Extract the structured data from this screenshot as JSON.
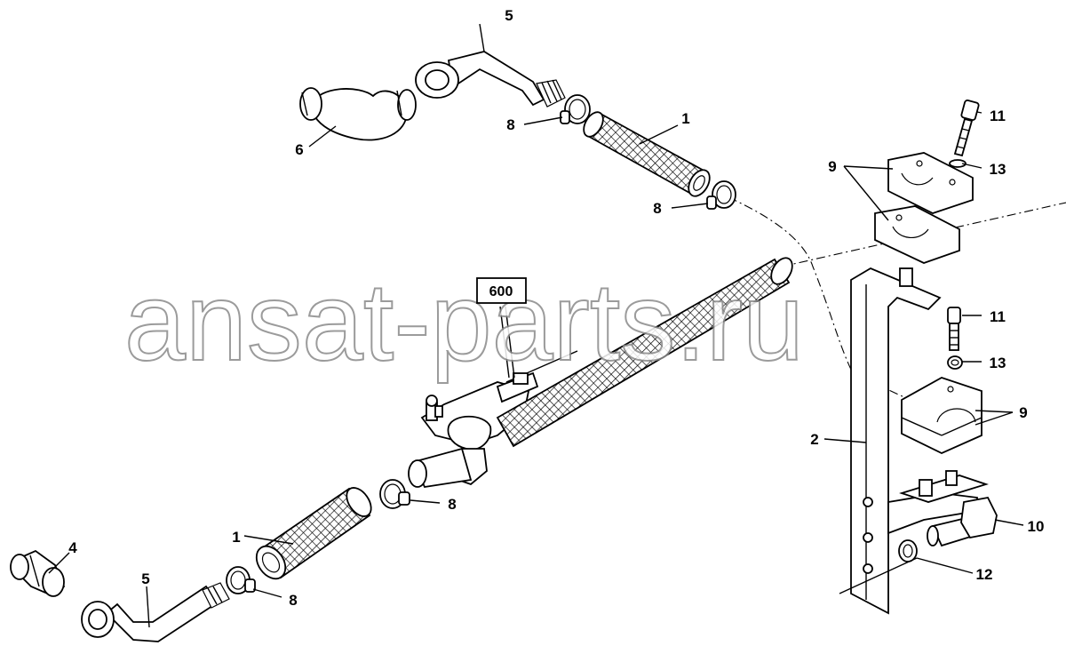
{
  "diagram": {
    "watermark": "ansat-parts.ru",
    "reference_box": "600",
    "callouts": {
      "c5_top": "5",
      "c6": "6",
      "c8_top_a": "8",
      "c1_top": "1",
      "c8_top_b": "8",
      "c11_top": "11",
      "c13_top": "13",
      "c9_top": "9",
      "c11_mid": "11",
      "c13_mid": "13",
      "c9_mid": "9",
      "c2": "2",
      "c10": "10",
      "c12": "12",
      "c8_mid": "8",
      "c4": "4",
      "c1_bottom": "1",
      "c5_bottom": "5",
      "c8_bottom": "8"
    }
  }
}
